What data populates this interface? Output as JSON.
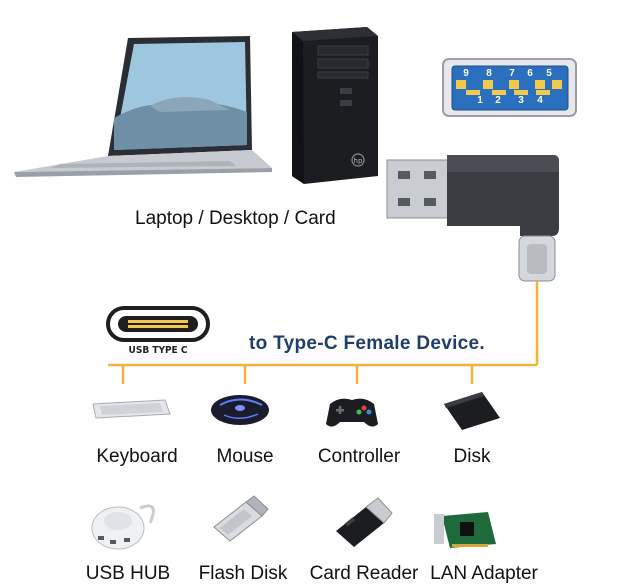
{
  "source_label": "Laptop / Desktop / Card",
  "headline": "to Type-C Female Device.",
  "usb_c_caption": "USB TYPE C",
  "brand_mark": "hp",
  "usb_a_pins": {
    "top": [
      "9",
      "8",
      "7",
      "6",
      "5"
    ],
    "bottom": [
      "1",
      "2",
      "3",
      "4"
    ]
  },
  "devices": [
    {
      "label": "Keyboard",
      "icon": "keyboard-icon"
    },
    {
      "label": "Mouse",
      "icon": "mouse-icon"
    },
    {
      "label": "Controller",
      "icon": "controller-icon"
    },
    {
      "label": "Disk",
      "icon": "disk-icon"
    },
    {
      "label": "USB HUB",
      "icon": "usb-hub-icon"
    },
    {
      "label": "Flash Disk",
      "icon": "flash-disk-icon"
    },
    {
      "label": "Card Reader",
      "icon": "card-reader-icon"
    },
    {
      "label": "LAN Adapter",
      "icon": "lan-adapter-icon"
    }
  ],
  "colors": {
    "connector_line": "#f0b43c",
    "headline": "#1f3e6b",
    "usb_a_insert": "#2b6fbf",
    "pin_contact": "#f2c94c",
    "adapter_body": "#3a3d42"
  }
}
